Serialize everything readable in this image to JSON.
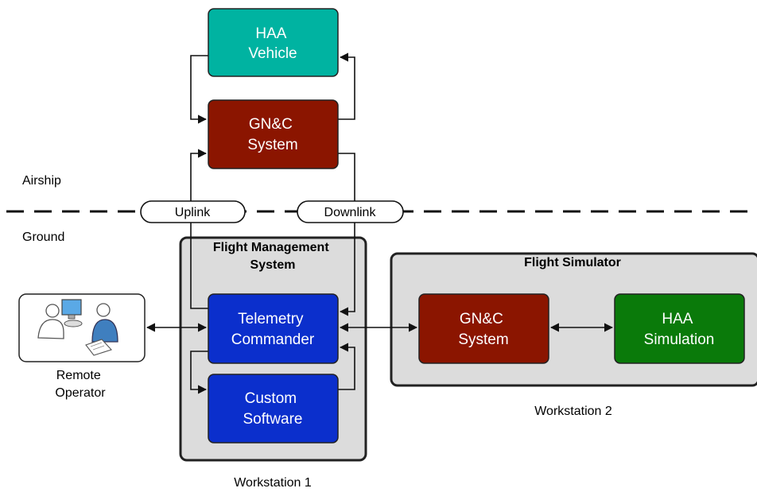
{
  "regions": {
    "airship": "Airship",
    "ground": "Ground"
  },
  "links": {
    "uplink": "Uplink",
    "downlink": "Downlink"
  },
  "airship_nodes": {
    "haa_vehicle": [
      "HAA",
      "Vehicle"
    ],
    "gnc_system": [
      "GN&C",
      "System"
    ]
  },
  "flight_management": {
    "title": [
      "Flight Management",
      "System"
    ],
    "telemetry_commander": [
      "Telemetry",
      "Commander"
    ],
    "custom_software": [
      "Custom",
      "Software"
    ],
    "workstation_label": "Workstation 1"
  },
  "flight_simulator": {
    "title": "Flight Simulator",
    "gnc_system": [
      "GN&C",
      "System"
    ],
    "haa_simulation": [
      "HAA",
      "Simulation"
    ],
    "workstation_label": "Workstation 2"
  },
  "remote_operator": {
    "label": [
      "Remote",
      "Operator"
    ],
    "icon": "remote-operator-icon"
  },
  "colors": {
    "haa_vehicle": "#00b3a1",
    "gnc": "#8b1500",
    "fms_blue": "#0b2fcc",
    "sim_green": "#0a7a0a",
    "container_fill": "#dcdcdc",
    "container_stroke": "#222222",
    "arrow": "#111111"
  }
}
